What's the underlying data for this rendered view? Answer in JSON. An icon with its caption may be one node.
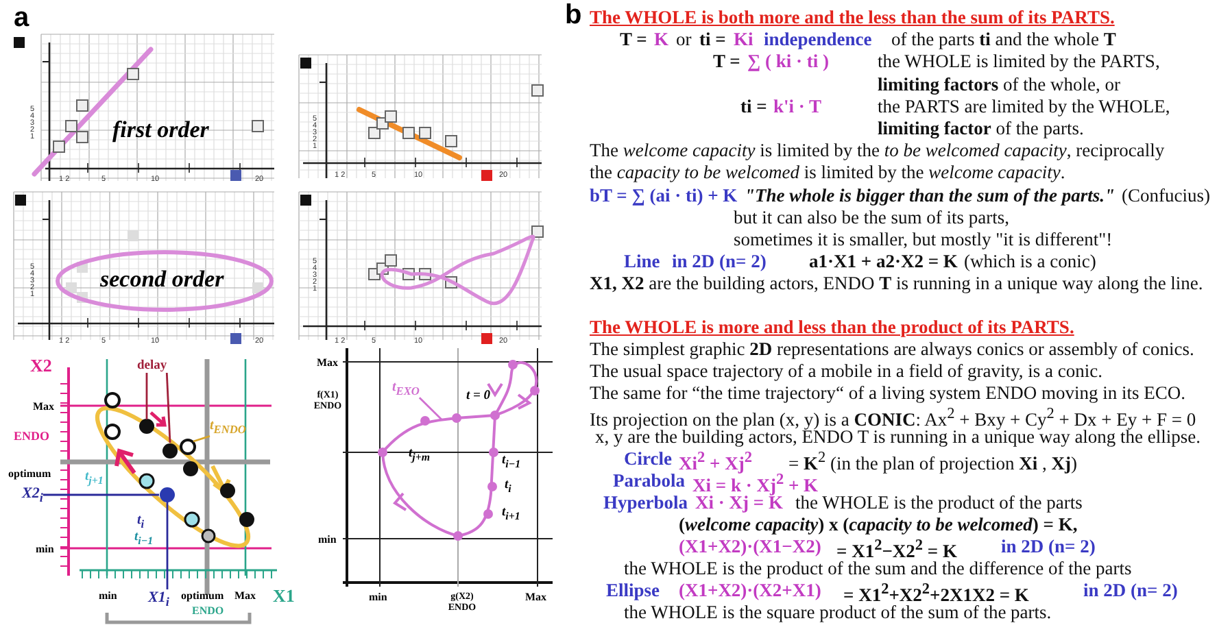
{
  "diagram": {
    "nodes": [
      {
        "text": [
          "delay"
        ]
      },
      {
        "text": [
          "t$_{ENDO}$"
        ]
      },
      {
        "text": [
          "X2$_{i}$"
        ]
      },
      {
        "text": [
          "X1$_{i}$"
        ]
      },
      {
        "text": [
          "t$_{EXO}$"
        ]
      }
    ],
    "edges": [
      {
        "from": 0,
        "to": null,
        "arrow": "none",
        "color": "#a0203a"
      },
      {
        "from": 0,
        "to": null,
        "arrow": "none",
        "color": "#a0203a"
      },
      {
        "from": 1,
        "to": null,
        "arrow": "none",
        "color": "#d7a52a"
      },
      {
        "from": 2,
        "to": null,
        "arrow": "none",
        "color": "#2a2a9a"
      },
      {
        "from": 3,
        "to": null,
        "arrow": "none",
        "color": "#2a2a9a"
      },
      {
        "from": 4,
        "to": null,
        "arrow": "none",
        "color": "#d070d0"
      }
    ],
    "labels": [
      "a",
      "5",
      "4",
      "3",
      "2",
      "1",
      "1 2",
      "5",
      "10",
      "20",
      "first order",
      "5",
      "4",
      "3",
      "2",
      "1",
      "1 2",
      "5",
      "10",
      "20",
      "5",
      "4",
      "3",
      "2",
      "1",
      "1 2",
      "5",
      "10",
      "20",
      "second order",
      "5",
      "4",
      "3",
      "2",
      "1",
      "1 2",
      "5",
      "10",
      "20",
      "X2",
      "Max",
      "ENDO",
      "optimum",
      "t$_{j+1}$",
      "t$_{i}$",
      "t$_{i−1}$",
      "min",
      "min",
      "optimum",
      "ENDO",
      "Max",
      "X1",
      "Max",
      "f(X1) ENDO",
      "t = 0",
      "t$_{j+m}$",
      "t$_{i−1}$",
      "t$_{i}$",
      "t$_{i+1}$",
      "min",
      "min",
      "g(X2) ENDO",
      "Max",
      "b",
      "The WHOLE is both more and the less than the sum of its PARTS.",
      "T =",
      "K",
      "or",
      "ti =",
      "Ki",
      "independence",
      "of the parts **ti** and the whole **T**",
      "T =",
      "∑ ( ki · ti )",
      "the WHOLE is limited by the PARTS,",
      "**limiting factors** of the whole, or",
      "ti =",
      "k'i · T",
      "the PARTS are limited by the WHOLE,",
      "**limiting factor** of the parts.",
      "The *welcome capacity* is limited by the *to be welcomed capacity*, reciprocally",
      "the *capacity to be welcomed* is limited by the *welcome capacity*.",
      "bT = ∑ (ai · ti) + K",
      "\"The whole is bigger than the sum of the parts.\"",
      "(Confucius)",
      "but it can also be the sum of its parts,",
      "sometimes it is smaller, but mostly \"it is different\"!",
      "Line",
      "in 2D (n= 2)",
      "a1·X1 + a2·X2 = K",
      "(which is a conic)",
      "**X1, X2** are the building actors, ENDO **T** is running in a unique way along the line.",
      "The WHOLE is more and less than the product of its PARTS.",
      "The simplest graphic **2D** representations are always conics or assembly of conics.",
      "The usual space trajectory of a mobile in a field of gravity, is a conic.",
      "The same for “the time trajectory“ of a living system ENDO moving in its ECO.",
      "Its projection on the plan (x, y) is a **CONIC**:  Ax$^{2}$ + Bxy + Cy$^{2}$ + Dx + Ey + F = 0",
      "x, y are the building actors, ENDO T is running in a unique way along the ellipse.",
      "Circle",
      "Xi$^{2}$ + Xj$^{2}$",
      "= **K**$^{2}$ (in the plan of projection **Xi** , **Xj**)",
      "Parabola",
      "Xi = k · Xj$^{2}$ + K",
      "Hyperbola",
      "Xi · Xj = K",
      "the WHOLE is the product of the parts",
      "(*welcome capacity*) x (*capacity to be welcomed*) = K,",
      "(X1+X2)·(X1−X2)",
      "= X1$^{2}$−X2$^{2}$ = K",
      "in 2D (n= 2)",
      "the WHOLE is the product of the sum and the difference of the parts",
      "Ellipse",
      "(X1+X2)·(X2+X1)",
      "= X1$^{2}$+X2$^{2}$+2X1X2 = K",
      "in 2D (n= 2)",
      "the WHOLE is the square product of the sum of the parts."
    ]
  }
}
